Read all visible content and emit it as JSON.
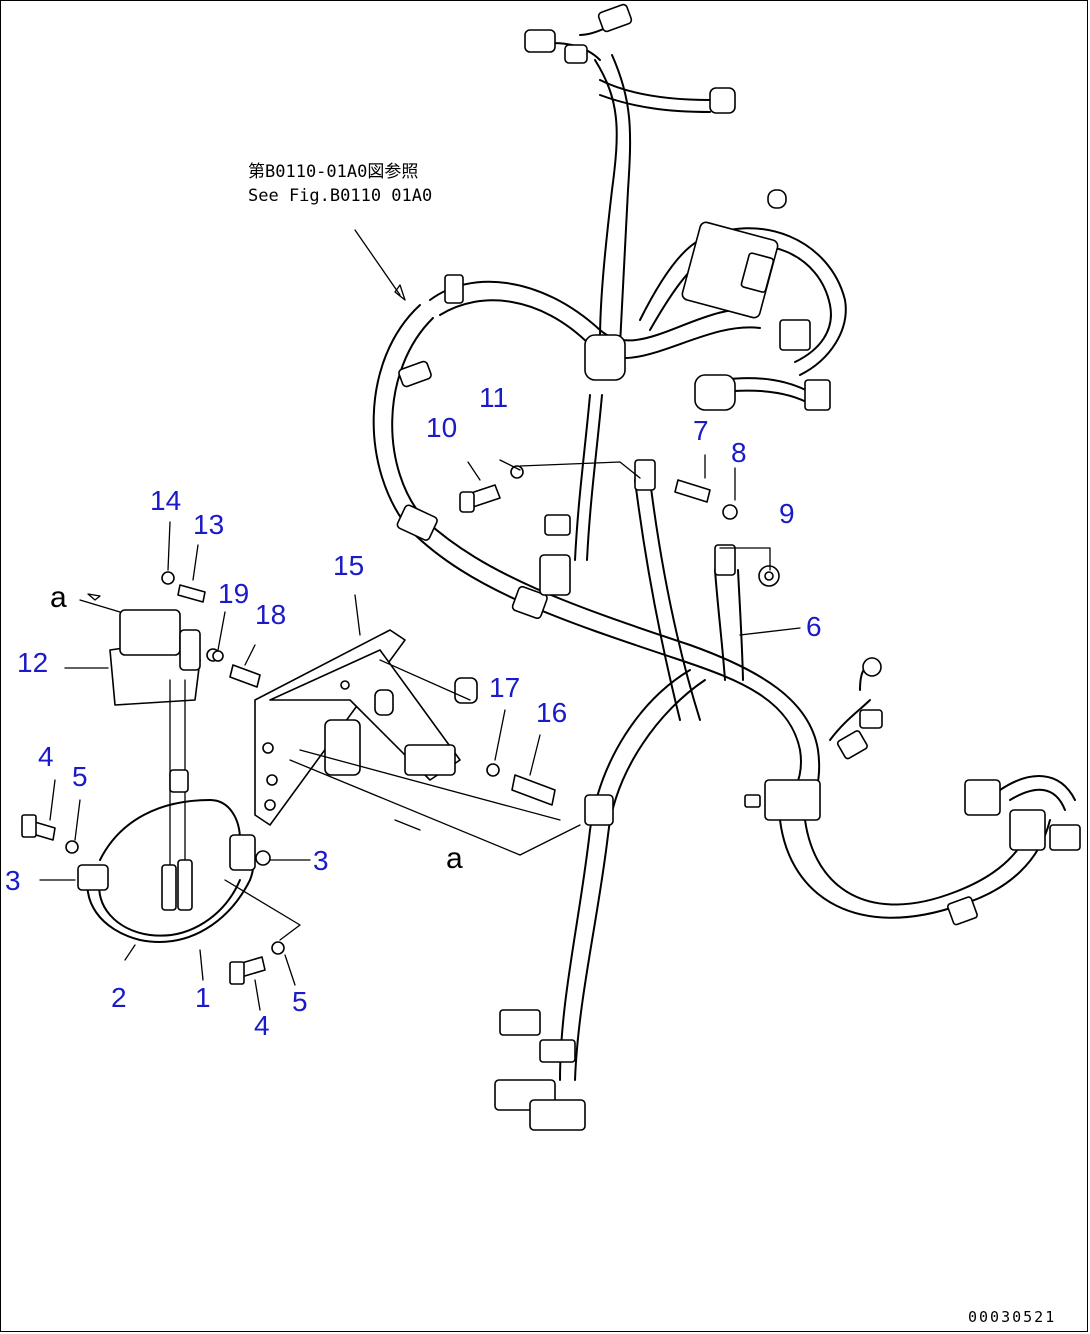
{
  "reference_note": {
    "line1": "第B0110-01A0図参照",
    "line2": "See Fig.B0110 01A0"
  },
  "callouts": {
    "c1": "1",
    "c2": "2",
    "c3a": "3",
    "c3b": "3",
    "c4a": "4",
    "c4b": "4",
    "c5a": "5",
    "c5b": "5",
    "c6": "6",
    "c7": "7",
    "c8": "8",
    "c9": "9",
    "c10": "10",
    "c11": "11",
    "c12": "12",
    "c13": "13",
    "c14": "14",
    "c15": "15",
    "c16": "16",
    "c17": "17",
    "c18": "18",
    "c19": "19"
  },
  "view_markers": {
    "upper": "a",
    "lower": "a"
  },
  "drawing_number": "00030521",
  "colors": {
    "callout": "#1a1ac8",
    "line": "#000000"
  }
}
